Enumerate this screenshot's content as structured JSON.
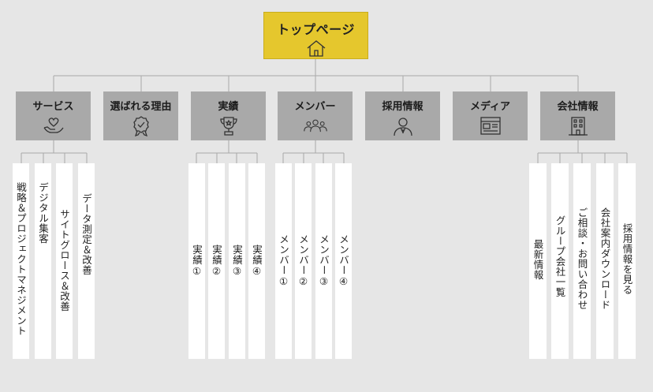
{
  "top": {
    "label": "トップページ",
    "icon": "home-icon"
  },
  "categories": [
    {
      "label": "サービス",
      "icon": "heart-hand-icon"
    },
    {
      "label": "選ばれる理由",
      "icon": "award-badge-icon"
    },
    {
      "label": "実績",
      "icon": "trophy-icon"
    },
    {
      "label": "メンバー",
      "icon": "group-icon"
    },
    {
      "label": "採用情報",
      "icon": "person-suit-icon"
    },
    {
      "label": "メディア",
      "icon": "media-browser-icon"
    },
    {
      "label": "会社情報",
      "icon": "building-icon"
    }
  ],
  "services": [
    "戦略＆プロジェクトマネジメント",
    "デジタル集客",
    "サイトグロース＆改善",
    "データ測定＆改善"
  ],
  "results": [
    "実績①",
    "実績②",
    "実績③",
    "実績④"
  ],
  "members": [
    "メンバー①",
    "メンバー②",
    "メンバー③",
    "メンバー④"
  ],
  "company": [
    "最新情報",
    "グループ会社一覧",
    "ご相談・お問い合わせ",
    "会社案内ダウンロード",
    "採用情報を見る"
  ],
  "colors": {
    "top": "#e5c72d",
    "category": "#a9a9a9",
    "leaf": "#ffffff",
    "background": "#e6e6e6",
    "line": "#a8a8a8"
  }
}
